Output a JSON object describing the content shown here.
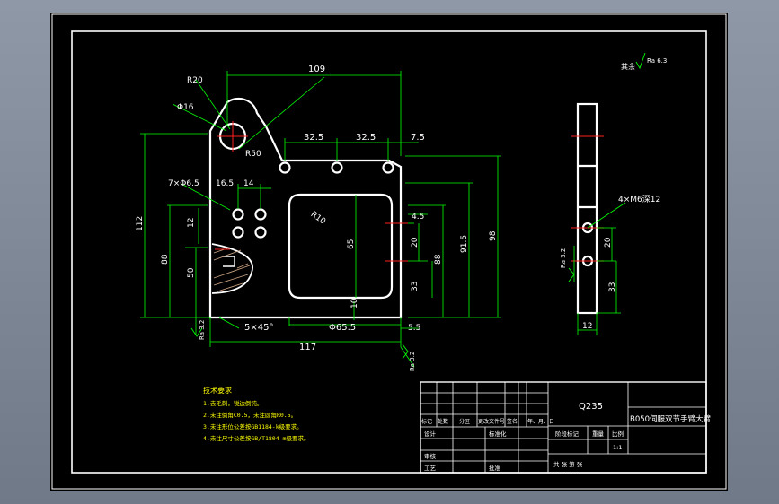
{
  "drawing": {
    "roughness_note": "其余",
    "roughness_value": "Ra 6.3",
    "dim_top_width": "109",
    "dim_r20": "R20",
    "dim_phi16": "Φ16",
    "dim_r50": "R50",
    "dim_32_5_a": "32.5",
    "dim_32_5_b": "32.5",
    "dim_7_5": "7.5",
    "dim_hole_pattern": "7×Φ6.5",
    "dim_16_5": "16.5",
    "dim_14": "14",
    "dim_r10": "R10",
    "dim_4_5": "4.5",
    "dim_12_left": "12",
    "dim_20_mid": "20",
    "dim_65": "65",
    "dim_91_5": "91.5",
    "dim_98": "98",
    "dim_112": "112",
    "dim_88_left": "88",
    "dim_50": "50",
    "dim_88_mid": "88",
    "dim_33_mid": "33",
    "dim_10": "10",
    "dim_chamfer": "5×45°",
    "dim_phi65_5": "Φ65.5",
    "dim_5_5": "5.5",
    "dim_117": "117",
    "ra_left": "Ra 3.2",
    "ra_bottom": "Ra 3.2",
    "side_thread": "4×M6深12",
    "side_ra": "Ra 3.2",
    "side_20": "20",
    "side_33": "33",
    "side_12": "12"
  },
  "notes": {
    "title": "技术要求",
    "items": [
      "1.去毛刺，锐边倒钝。",
      "2.未注倒角C0.5，未注圆角R0.5。",
      "3.未注形位公差按GB1184-k级要求。",
      "4.未注尺寸公差按GB/T1804-m级要求。"
    ]
  },
  "title_block": {
    "material": "Q235",
    "part_name": "B050伺服双节手臂大臂",
    "revision_headers": [
      "标记",
      "处数",
      "分区",
      "更改文件号",
      "签名",
      "年、月、日"
    ],
    "role_design": "设计",
    "role_standard": "标准化",
    "role_review": "审核",
    "role_process": "工艺",
    "role_approve": "批准",
    "stage_label": "阶段标记",
    "weight_label": "重量",
    "scale_label": "比例",
    "scale_value": "1:1",
    "sheet_info": "共   张   第   张"
  }
}
